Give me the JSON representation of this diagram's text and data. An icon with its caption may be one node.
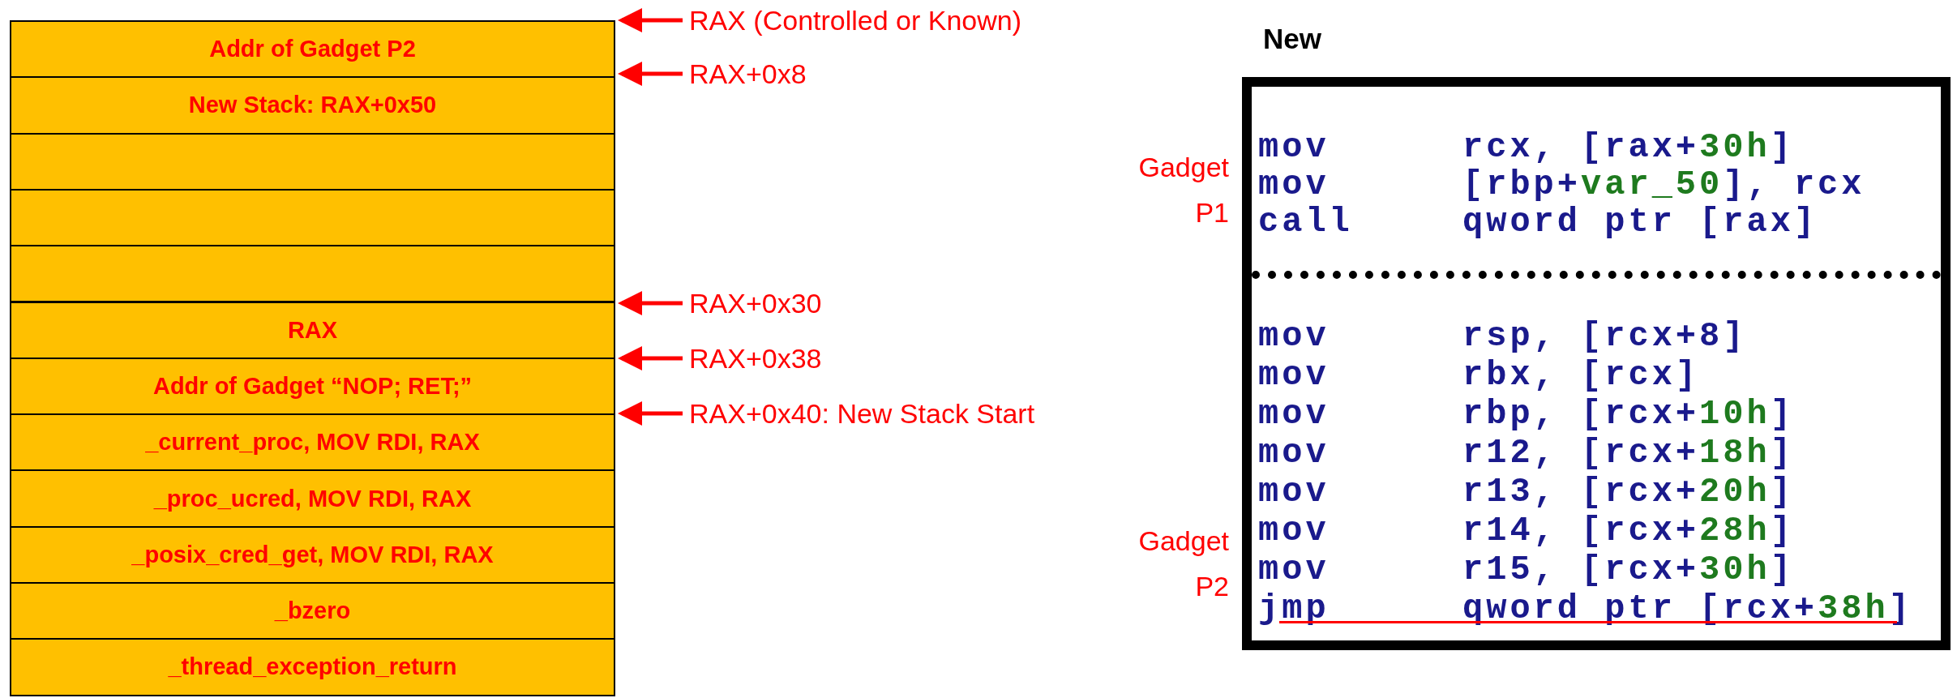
{
  "diagram": {
    "nodes": [
      {
        "text": [
          "Addr of Gadget P2"
        ]
      },
      {
        "text": [
          "New Stack: RAX+0x50"
        ]
      },
      {
        "text": [],
        "shape": "box"
      },
      {
        "text": [],
        "shape": "box"
      },
      {
        "text": [],
        "shape": "box"
      },
      {
        "text": [
          "RAX"
        ]
      },
      {
        "text": [
          "Addr of Gadget “NOP; RET;”"
        ]
      },
      {
        "text": [
          "_current_proc, MOV RDI, RAX"
        ]
      },
      {
        "text": [
          "_proc_ucred, MOV RDI, RAX"
        ]
      },
      {
        "text": [
          "_posix_cred_get, MOV RDI, RAX"
        ]
      },
      {
        "text": [
          "_bzero"
        ]
      },
      {
        "text": [
          "_thread_exception_return"
        ]
      },
      {
        "text": [
          "RAX (Controlled or Known)"
        ]
      },
      {
        "text": [
          "RAX+0x8"
        ]
      },
      {
        "text": [
          "RAX+0x30"
        ]
      },
      {
        "text": [
          "RAX+0x38"
        ]
      },
      {
        "text": [
          "RAX+0x40: New Stack Start"
        ]
      },
      {
        "text": [
          "New"
        ]
      },
      {
        "text": [
          "mov",
          "rcx, [rax+30h]",
          "mov",
          "[rbp+var_50], rcx",
          "call",
          "qword ptr [rax]"
        ],
        "in": 17,
        "beside": [
          "Gadget P1"
        ]
      },
      {
        "text": [
          "mov",
          "rsp, [rcx+8]",
          "mov",
          "rbx, [rcx]",
          "mov",
          "rbp, [rcx+10h]",
          "mov",
          "r12, [rcx+18h]",
          "mov",
          "r13, [rcx+20h]",
          "mov",
          "r14, [rcx+28h]",
          "mov",
          "r15, [rcx+30h]",
          "jmp",
          "qword ptr [rcx+38h]"
        ],
        "in": 17,
        "beside": [
          "Gadget P2"
        ]
      }
    ],
    "edges": [
      {
        "from": 12,
        "to": 0,
        "arrow": "to"
      },
      {
        "from": 13,
        "to": 1,
        "arrow": "to"
      },
      {
        "from": 14,
        "to": 4,
        "arrow": "to"
      },
      {
        "from": 15,
        "to": 6,
        "arrow": "to"
      },
      {
        "from": 16,
        "to": 6,
        "arrow": "to"
      }
    ]
  }
}
